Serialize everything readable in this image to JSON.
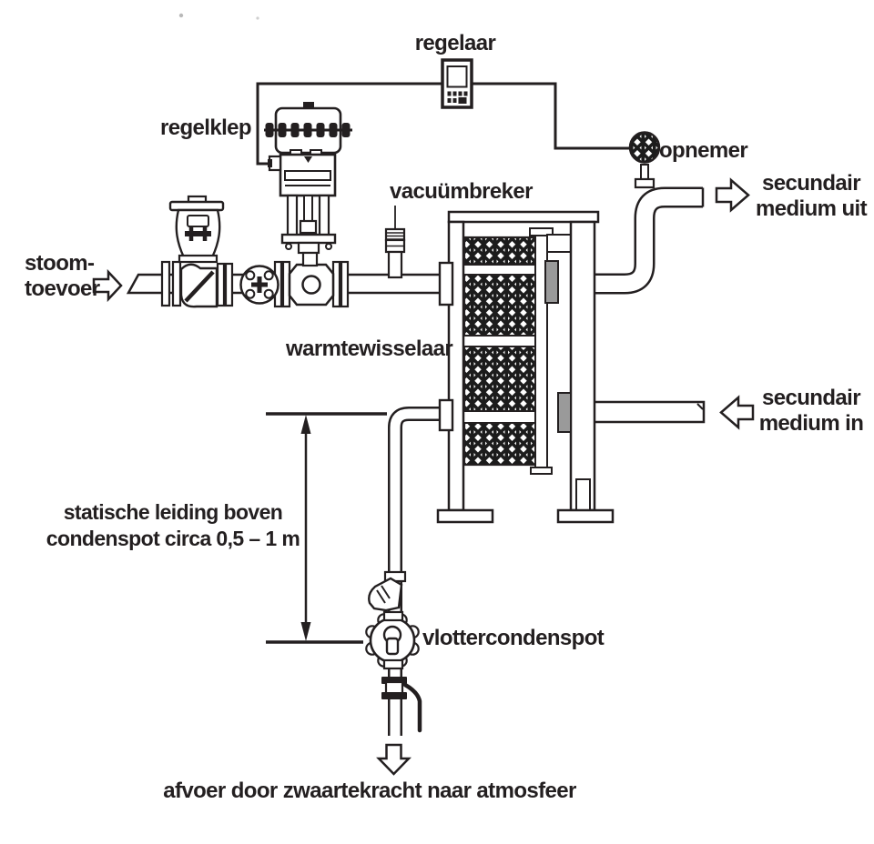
{
  "diagram": {
    "title_none": "",
    "labels": {
      "controller": "regelaar",
      "control_valve": "regelklep",
      "vacuum_breaker": "vacuümbreker",
      "sensor": "opnemer",
      "secondary_out": "secundair\nmedium uit",
      "steam_supply": "stoom-\ntoevoer",
      "heat_exchanger": "warmtewisselaar",
      "secondary_in": "secundair\nmedium in",
      "static_head_note": "statische leiding boven\ncondenspot circa 0,5 – 1 m",
      "float_trap": "vlottercondenspot",
      "gravity_drain": "afvoer door zwaartekracht naar atmosfeer"
    },
    "icons": {
      "steam_in_arrow": "right-flow-arrow",
      "secondary_out_arrow": "right-flow-arrow",
      "secondary_in_arrow": "left-flow-arrow",
      "drain_arrow": "down-flow-arrow",
      "dimension_arrow": "vertical-double-arrow"
    },
    "colors": {
      "ink": "#231f20",
      "paper": "#ffffff",
      "flange_gray": "#9a9a9a"
    }
  }
}
